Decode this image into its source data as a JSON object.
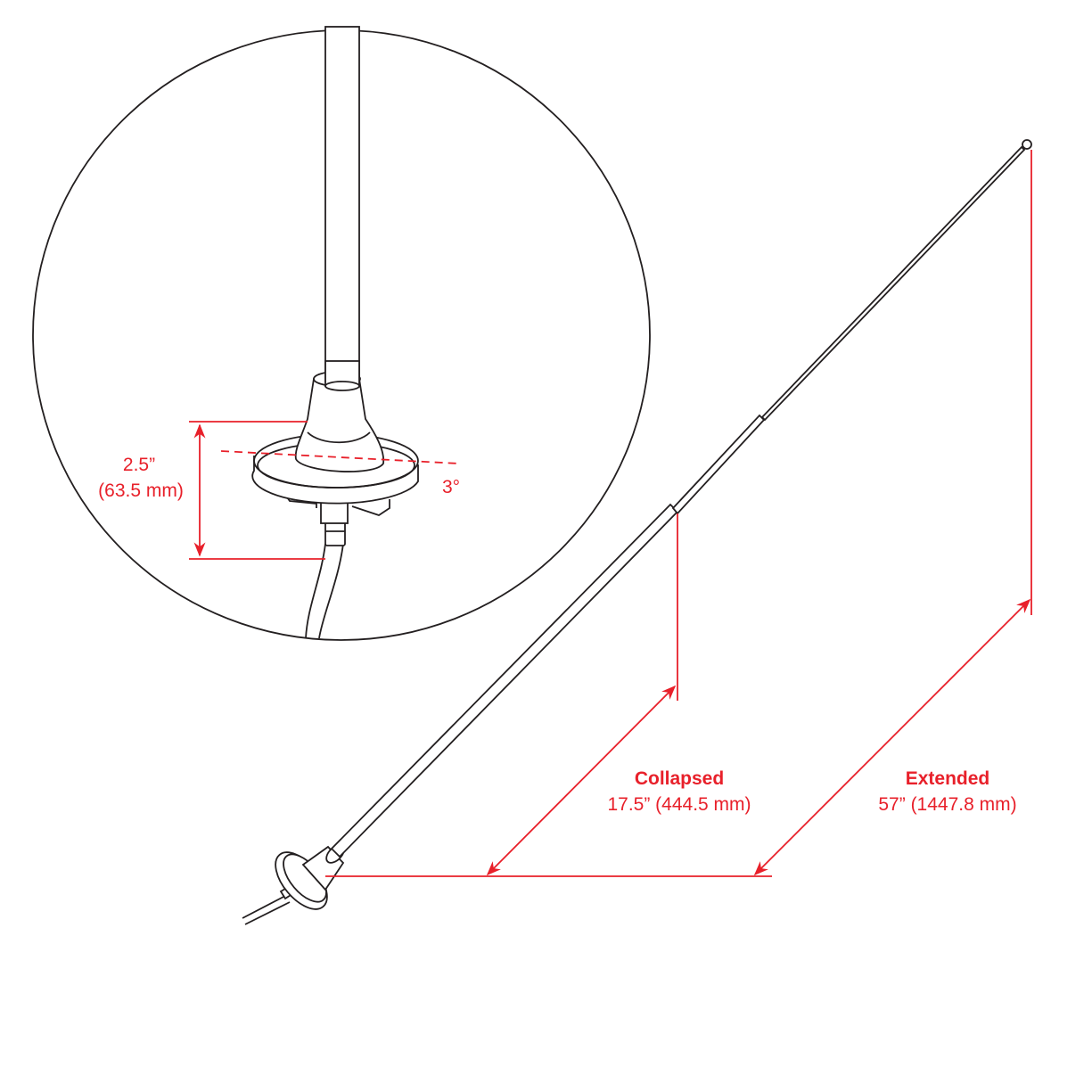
{
  "colors": {
    "dimension": "#e8202a",
    "line": "#231f20"
  },
  "inset": {
    "height_label": "2.5”",
    "height_metric": "(63.5 mm)",
    "angle_label": "3°"
  },
  "collapsed": {
    "title": "Collapsed",
    "value": "17.5” (444.5 mm)"
  },
  "extended": {
    "title": "Extended",
    "value": "57” (1447.8 mm)"
  }
}
